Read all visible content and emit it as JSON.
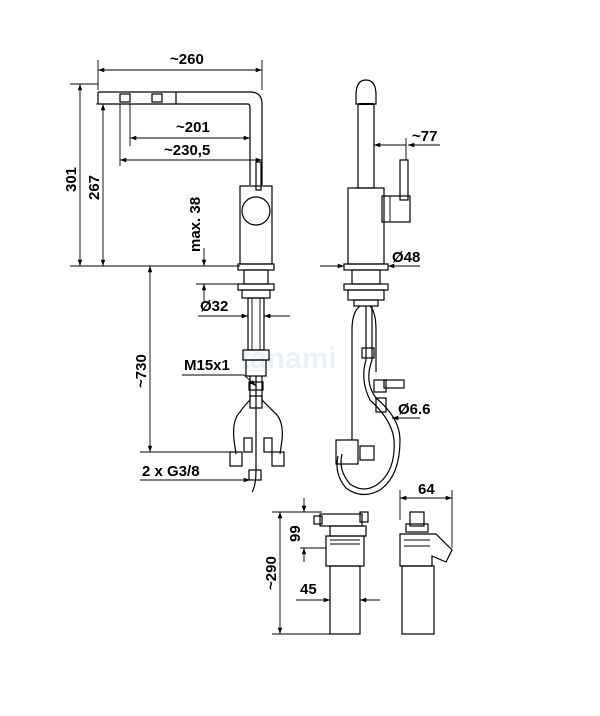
{
  "watermark": "tanami",
  "dimensions": {
    "width_total": "~260",
    "reach_201": "~201",
    "reach_230": "~230,5",
    "height_301": "301",
    "height_267": "267",
    "max_38": "max. 38",
    "d32": "Ø32",
    "hose_730": "~730",
    "thread_m15": "M15x1",
    "connections": "2 x G3/8",
    "lever_77": "~77",
    "d48": "Ø48",
    "d6_6": "Ø6.6",
    "filter_64": "64",
    "filter_99": "99",
    "filter_290": "~290",
    "filter_45": "45"
  }
}
